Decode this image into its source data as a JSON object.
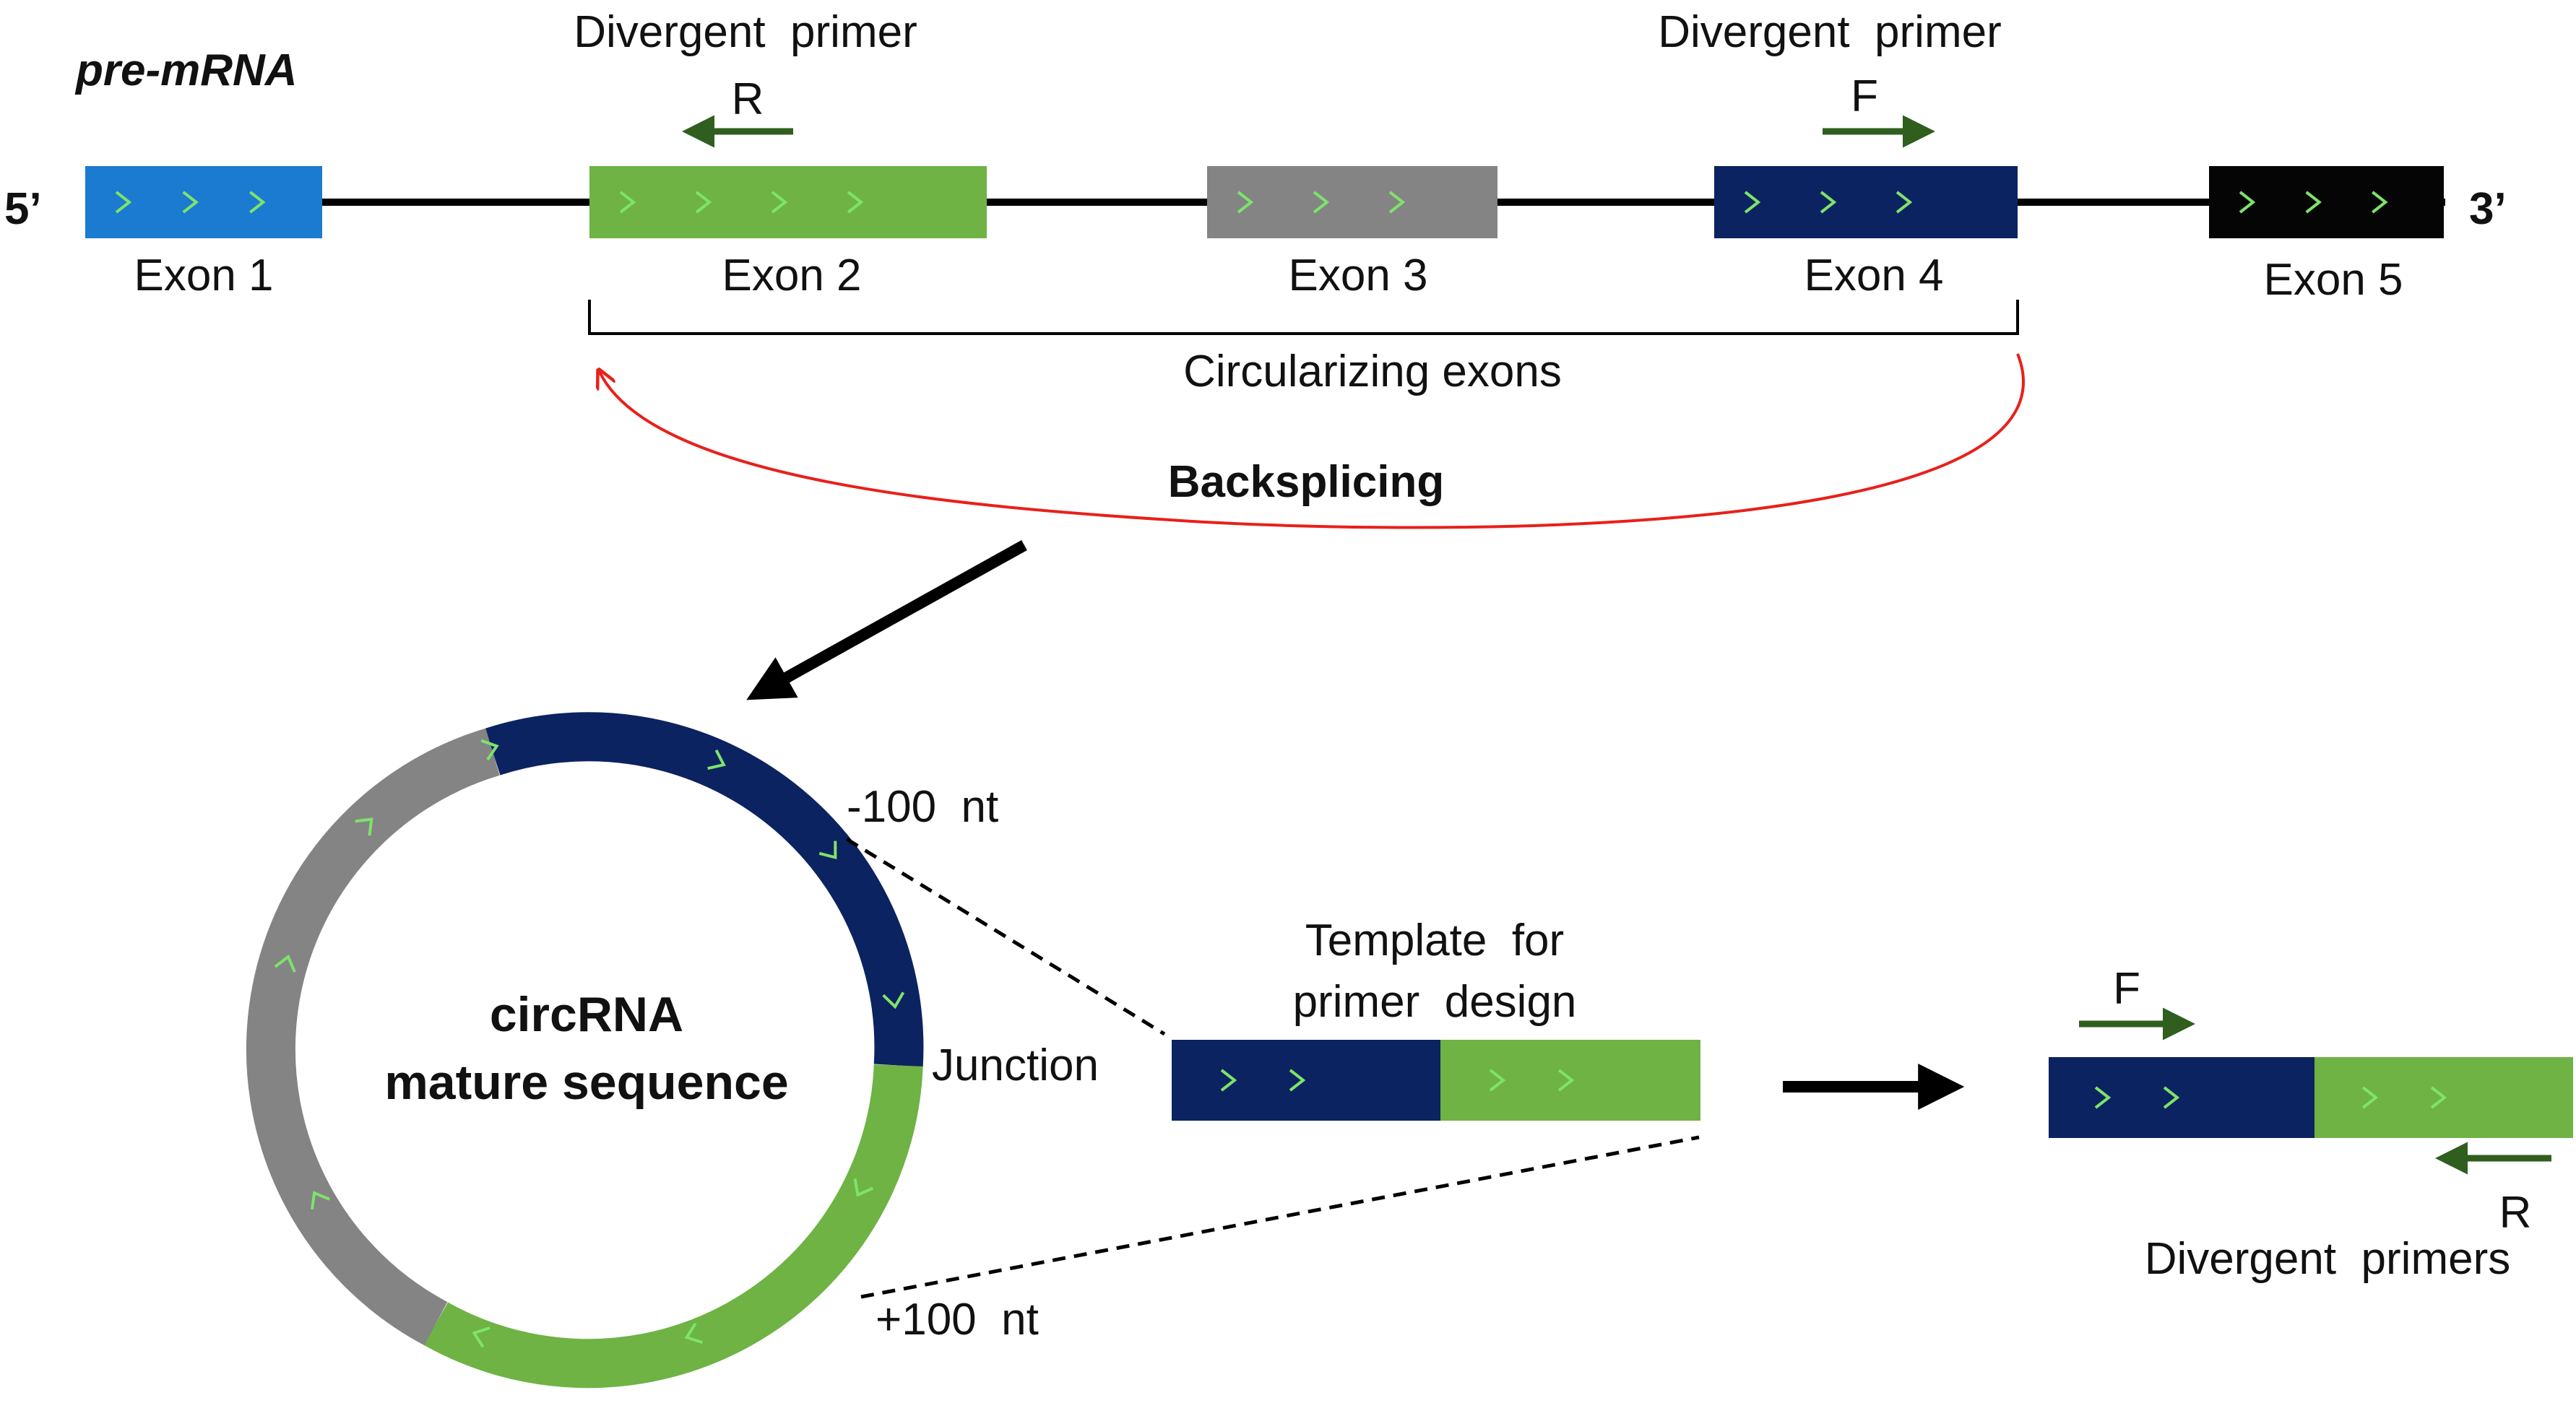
{
  "pre_mrna": {
    "title": "pre-mRNA",
    "five_prime": "5’",
    "three_prime": "3’",
    "exons": [
      {
        "label": "Exon 1",
        "color": "#1a7bd0",
        "marks": 3
      },
      {
        "label": "Exon 2",
        "color": "#6eb344",
        "marks": 4
      },
      {
        "label": "Exon 3",
        "color": "#848484",
        "marks": 3
      },
      {
        "label": "Exon 4",
        "color": "#0b2360",
        "marks": 3
      },
      {
        "label": "Exon 5",
        "color": "#050505",
        "marks": 3
      }
    ],
    "primer_reverse": {
      "caption": "Divergent  primer",
      "letter": "R"
    },
    "primer_forward": {
      "caption": "Divergent  primer",
      "letter": "F"
    },
    "bracket_label": "Circularizing exons",
    "backsplicing_label": "Backsplicing"
  },
  "circ": {
    "title_line1": "circRNA",
    "title_line2": "mature sequence",
    "minus_label": "-100  nt",
    "plus_label": "+100  nt",
    "junction_label": "Junction"
  },
  "template": {
    "title_line1": "Template  for",
    "title_line2": "primer  design"
  },
  "divergent": {
    "forward_letter": "F",
    "reverse_letter": "R",
    "caption": "Divergent  primers"
  },
  "colors": {
    "mark": "#7de36b",
    "primer_arrow": "#2f5e1f",
    "backsplice_arrow": "#e8201b",
    "line": "#000000"
  }
}
